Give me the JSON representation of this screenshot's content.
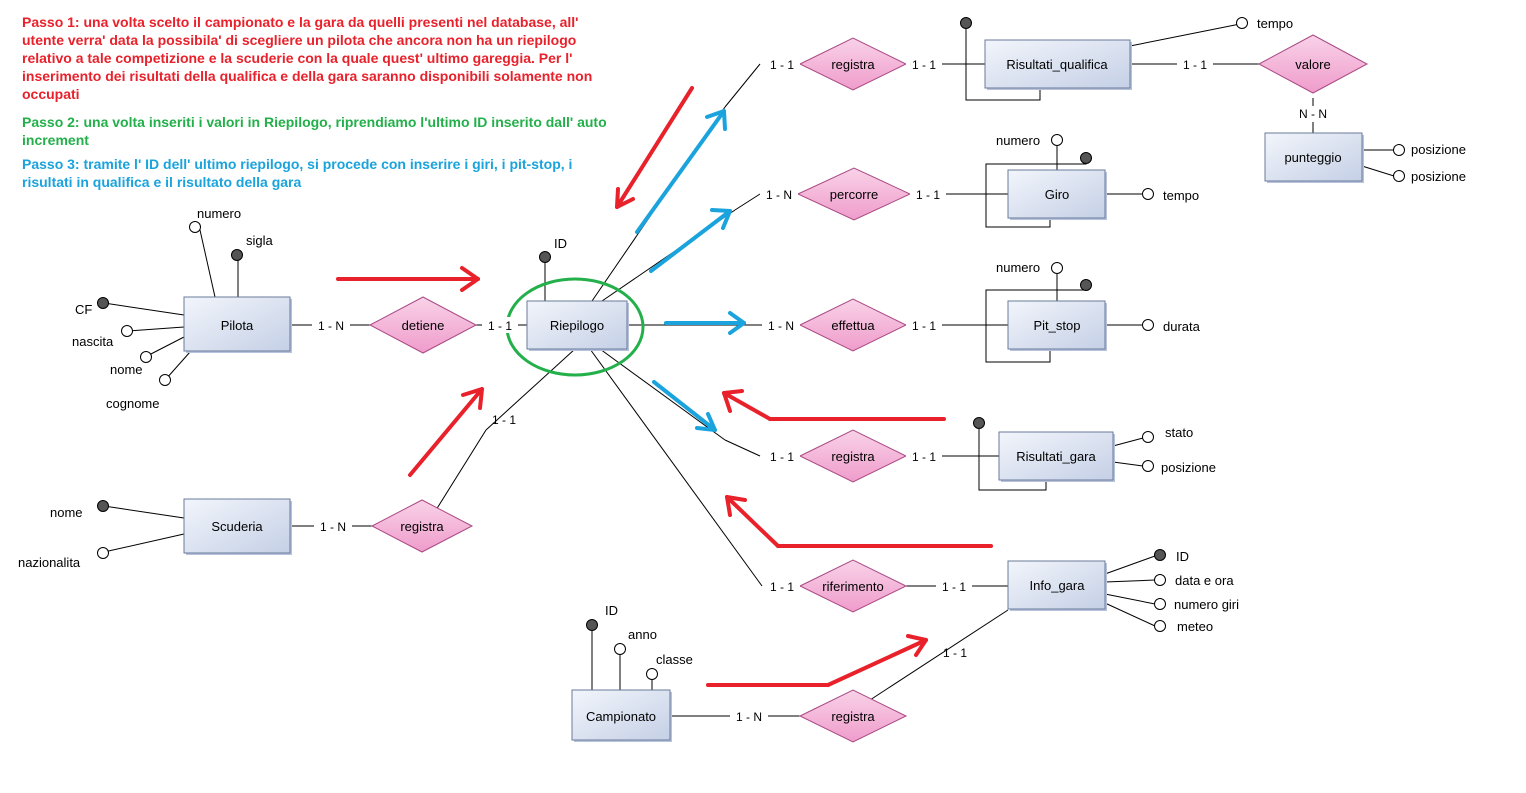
{
  "notes": {
    "step1": "Passo 1: una volta scelto il campionato e la gara da quelli presenti nel database, all' utente verra' data la possibila' di scegliere un pilota che ancora non ha un riepilogo relativo a tale competizione e la scuderie con la quale quest' ultimo gareggia. Per l' inserimento dei risultati della qualifica e della gara saranno disponibili solamente non occupati",
    "step2": "Passo 2: una volta inseriti i valori in Riepilogo, riprendiamo l'ultimo ID inserito dall' auto increment",
    "step3": "Passo 3: tramite l' ID dell' ultimo riepilogo, si procede con inserire i giri, i pit-stop, i risultati in qualifica e il risultato della gara"
  },
  "colors": {
    "step1": "#e8212b",
    "step2": "#23b04a",
    "step3": "#1aa3dc",
    "entity_fill_top": "#f2f5fb",
    "entity_fill_bottom": "#c5d0e6",
    "relation_fill": "#f4b3d6",
    "relation_border": "#a94a84"
  },
  "entities": {
    "pilota": "Pilota",
    "scuderia": "Scuderia",
    "riepilogo": "Riepilogo",
    "campionato": "Campionato",
    "risultati_qualifica": "Risultati_qualifica",
    "giro": "Giro",
    "pit_stop": "Pit_stop",
    "risultati_gara": "Risultati_gara",
    "info_gara": "Info_gara",
    "punteggio": "punteggio"
  },
  "relations": {
    "detiene": "detiene",
    "registra_scuderia": "registra",
    "registra_qualifica": "registra",
    "percorre": "percorre",
    "effettua": "effettua",
    "registra_gara": "registra",
    "riferimento": "riferimento",
    "registra_campionato": "registra",
    "valore": "valore"
  },
  "attributes": {
    "pilota": [
      "numero",
      "sigla",
      "CF",
      "nascita",
      "nome",
      "cognome"
    ],
    "scuderia": [
      "nome",
      "nazionalita"
    ],
    "riepilogo": [
      "ID"
    ],
    "campionato": [
      "ID",
      "anno",
      "classe"
    ],
    "risultati_qualifica": [
      "tempo"
    ],
    "giro": [
      "numero",
      "tempo"
    ],
    "pit_stop": [
      "numero",
      "durata"
    ],
    "risultati_gara": [
      "stato",
      "posizione"
    ],
    "info_gara": [
      "ID",
      "data e ora",
      "numero giri",
      "meteo"
    ],
    "punteggio": [
      "posizione",
      "posizione"
    ]
  },
  "cardinalities": {
    "pilota_detiene": "1 - N",
    "detiene_riepilogo": "1 - 1",
    "scuderia_registra": "1 - N",
    "registra_riepilogo": "1 - 1",
    "riepilogo_registra_q": "1 - 1",
    "registra_q_risultati": "1 - 1",
    "risultati_valore": "1 - 1",
    "valore_punteggio": "N - N",
    "riepilogo_percorre": "1 - N",
    "percorre_giro": "1 - 1",
    "riepilogo_effettua": "1 - N",
    "effettua_pitstop": "1 - 1",
    "riepilogo_registra_g": "1 - 1",
    "registra_g_risultati": "1 - 1",
    "riepilogo_riferimento": "1 - 1",
    "riferimento_info": "1 - 1",
    "campionato_registra": "1 - N",
    "registra_info": "1 - 1"
  }
}
